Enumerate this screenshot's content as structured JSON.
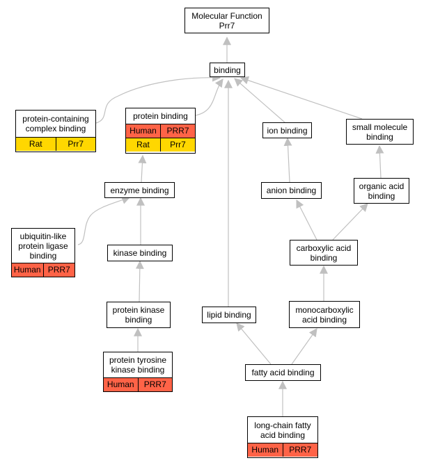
{
  "colors": {
    "edge": "#c0c0c0",
    "human": "#ff6347",
    "rat": "#ffd700",
    "border": "#000000"
  },
  "nodes": {
    "mf": {
      "label": "Molecular Function\nPrr7"
    },
    "binding": {
      "label": "binding"
    },
    "pcb": {
      "label": "protein-containing\ncomplex binding",
      "rows": [
        [
          "Rat",
          "Prr7"
        ]
      ]
    },
    "pb": {
      "label": "protein binding",
      "rows": [
        [
          "Human",
          "PRR7"
        ],
        [
          "Rat",
          "Prr7"
        ]
      ]
    },
    "ion": {
      "label": "ion binding"
    },
    "smb": {
      "label": "small molecule\nbinding"
    },
    "enz": {
      "label": "enzyme binding"
    },
    "anion": {
      "label": "anion binding"
    },
    "oab": {
      "label": "organic acid\nbinding"
    },
    "ubl": {
      "label": "ubiquitin-like\nprotein ligase\nbinding",
      "rows": [
        [
          "Human",
          "PRR7"
        ]
      ]
    },
    "kin": {
      "label": "kinase binding"
    },
    "cab": {
      "label": "carboxylic acid\nbinding"
    },
    "pkb": {
      "label": "protein kinase\nbinding"
    },
    "lipid": {
      "label": "lipid binding"
    },
    "mcab": {
      "label": "monocarboxylic\nacid binding"
    },
    "ptkb": {
      "label": "protein tyrosine\nkinase binding",
      "rows": [
        [
          "Human",
          "PRR7"
        ]
      ]
    },
    "fab": {
      "label": "fatty acid binding"
    },
    "lcfab": {
      "label": "long-chain fatty\nacid binding",
      "rows": [
        [
          "Human",
          "PRR7"
        ]
      ]
    }
  }
}
